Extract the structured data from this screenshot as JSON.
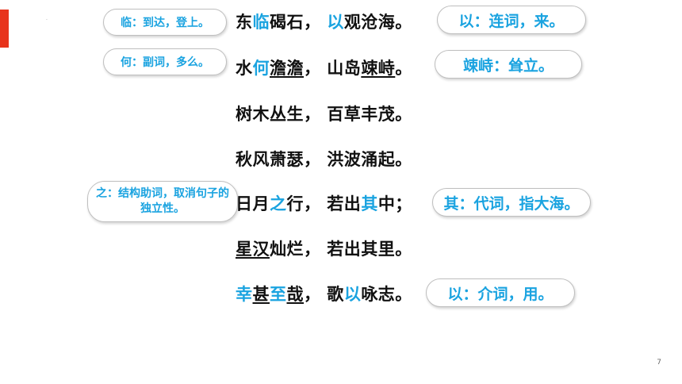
{
  "poem": {
    "line1": {
      "p1": "东",
      "p2": "临",
      "p3": "碣石，  ",
      "p4": "以",
      "p5": "观沧海。"
    },
    "line2": {
      "p1": "水",
      "p2": "何",
      "p3": "澹澹",
      "p4": "，  山岛",
      "p5": "竦峙",
      "p6": "。"
    },
    "line3": {
      "text": "树木丛生，  百草丰茂。"
    },
    "line4": {
      "text": "秋风萧瑟，  洪波涌起。"
    },
    "line5": {
      "p1": "日月",
      "p2": "之",
      "p3": "行，  若出",
      "p4": "其",
      "p5": "中；"
    },
    "line6": {
      "p1": "星汉",
      "p2": "灿烂，  若出其里。"
    },
    "line7": {
      "p1": "幸",
      "p2": "甚",
      "p3": "至",
      "p4": "哉",
      "p5": "，  歌",
      "p6": "以",
      "p7": "咏志。"
    }
  },
  "notes": {
    "lin": "临：到达，登上。",
    "he": "何：副词，多么。",
    "zhi": "之：结构助词，取消句子的独立性。",
    "yi1": "以：连词，来。",
    "songzhi": "竦峙：耸立。",
    "qi": "其：代词，指大海。",
    "yi2": "以：介词，用。"
  },
  "page_number": "7",
  "colors": {
    "accent": "#e8341c",
    "highlight": "#1aa3e0",
    "text": "#111111"
  }
}
